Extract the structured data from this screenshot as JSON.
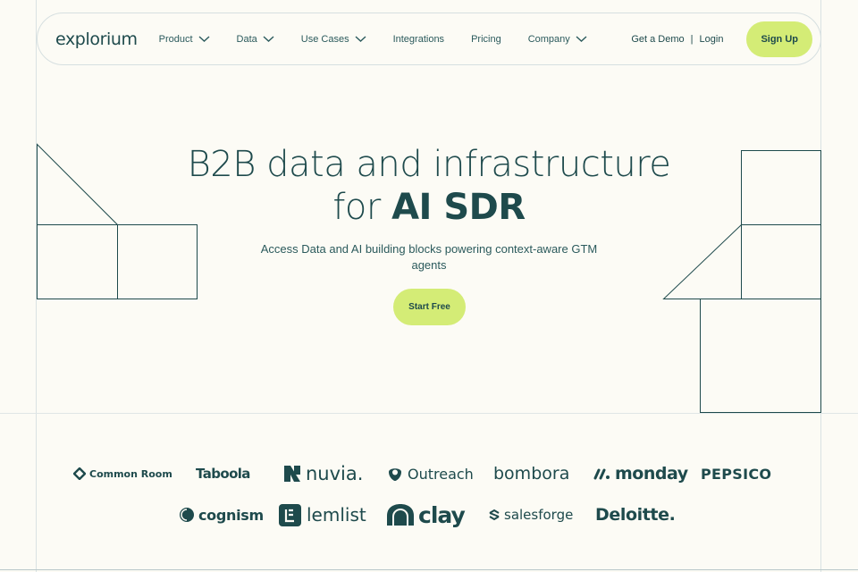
{
  "nav": {
    "logo": "explorium",
    "items": [
      {
        "label": "Product",
        "dropdown": true
      },
      {
        "label": "Data",
        "dropdown": true
      },
      {
        "label": "Use Cases",
        "dropdown": true
      },
      {
        "label": "Integrations",
        "dropdown": false
      },
      {
        "label": "Pricing",
        "dropdown": false
      },
      {
        "label": "Company",
        "dropdown": true
      }
    ],
    "demo": "Get a Demo",
    "separator": "|",
    "login": "Login",
    "signup": "Sign Up"
  },
  "hero": {
    "title_line1": "B2B data and infrastructure",
    "title_line2_pre": "for ",
    "title_line2_bold": "AI SDR",
    "subtitle": "Access Data and AI building blocks powering context-aware GTM agents",
    "cta": "Start Free"
  },
  "logos": {
    "row1": [
      "Common Room",
      "Taboola",
      "nuvia.",
      "Outreach",
      "bombora",
      "monday",
      "PEPSICO"
    ],
    "row2": [
      "cognism",
      "lemlist",
      "clay",
      "salesforge",
      "Deloitte."
    ]
  },
  "colors": {
    "background": "#fcfbf5",
    "text": "#1e4a4c",
    "accent": "#d4ec76"
  }
}
